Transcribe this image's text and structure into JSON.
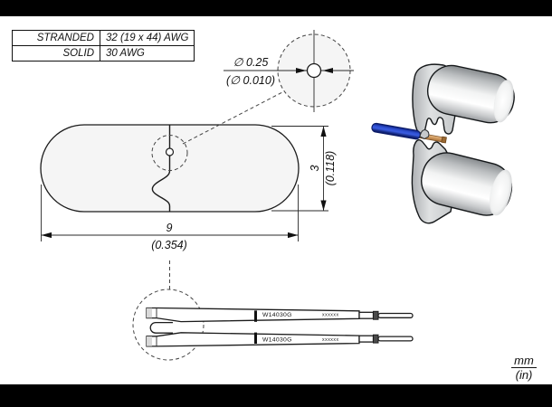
{
  "spec_table": {
    "rows": [
      {
        "label": "STRANDED",
        "value": "32 (19 x 44) AWG"
      },
      {
        "label": "SOLID",
        "value": "30 AWG"
      }
    ]
  },
  "detail_view": {
    "diameter_mm": "∅ 0.25",
    "diameter_in": "(∅ 0.010)"
  },
  "top_view": {
    "width_mm": "9",
    "width_in": "(0.354)",
    "height_mm": "3",
    "height_in": "(0.118)"
  },
  "side_view": {
    "blades": [
      {
        "part_number": "W14030G",
        "serial": "xxxxxx"
      },
      {
        "part_number": "W14030G",
        "serial": "xxxxxx"
      }
    ]
  },
  "units_legend": {
    "metric": "mm",
    "imperial": "(in)"
  },
  "render_colors": {
    "wire_blue": "#1d3fbe",
    "copper": "#cc9659",
    "tool_body": "#c9cccf",
    "drawing_fill": "#f5f5f5"
  }
}
